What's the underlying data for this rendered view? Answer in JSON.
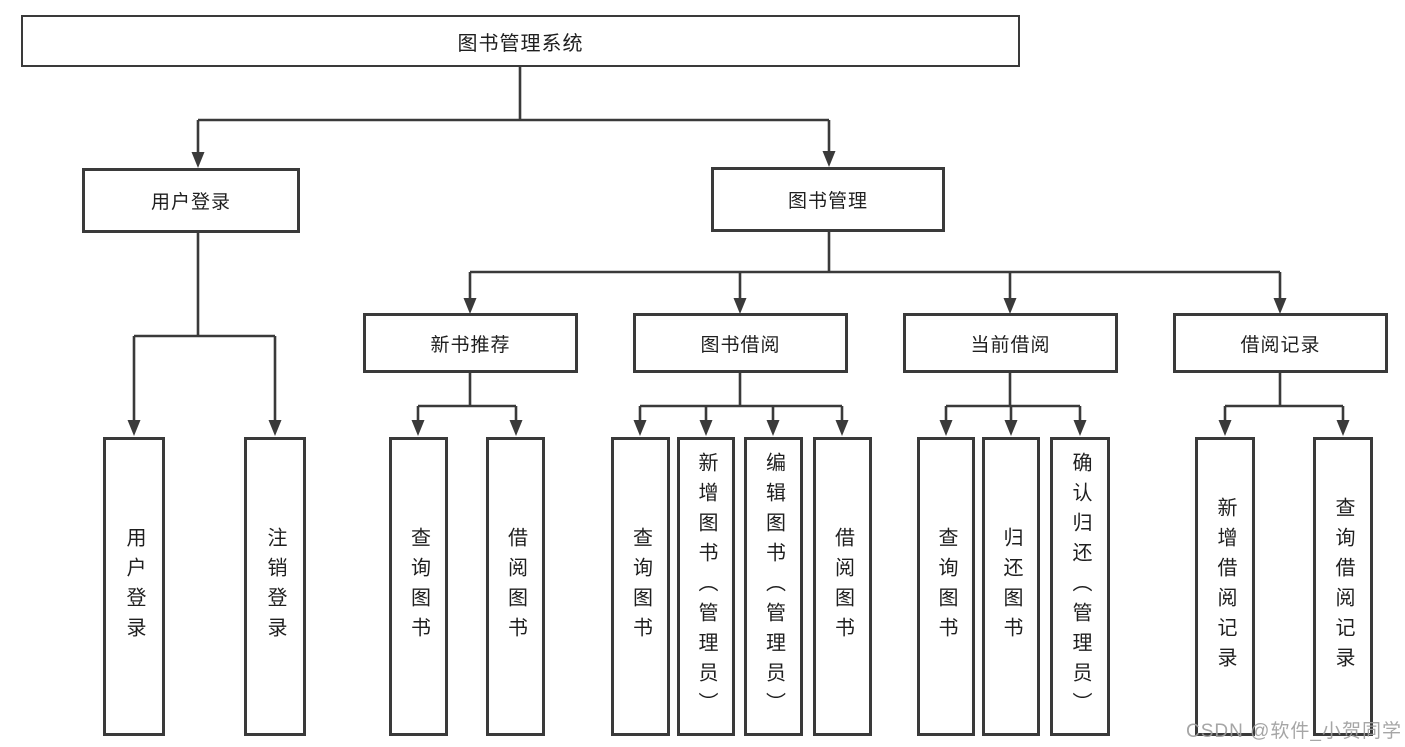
{
  "tree": {
    "root": {
      "label": "图书管理系统",
      "children": [
        {
          "label": "用户登录",
          "children": [
            {
              "label": "用户登录"
            },
            {
              "label": "注销登录"
            }
          ]
        },
        {
          "label": "图书管理",
          "children": [
            {
              "label": "新书推荐",
              "children": [
                {
                  "label": "查询图书"
                },
                {
                  "label": "借阅图书"
                }
              ]
            },
            {
              "label": "图书借阅",
              "children": [
                {
                  "label": "查询图书"
                },
                {
                  "label": "新增图书（管理员）"
                },
                {
                  "label": "编辑图书（管理员）"
                },
                {
                  "label": "借阅图书"
                }
              ]
            },
            {
              "label": "当前借阅",
              "children": [
                {
                  "label": "查询图书"
                },
                {
                  "label": "归还图书"
                },
                {
                  "label": "确认归还（管理员）"
                }
              ]
            },
            {
              "label": "借阅记录",
              "children": [
                {
                  "label": "新增借阅记录"
                },
                {
                  "label": "查询借阅记录"
                }
              ]
            }
          ]
        }
      ]
    }
  },
  "watermark": {
    "text": "CSDN @软件_小贺同学"
  },
  "colors": {
    "line": "#3a3a3a",
    "box_border": "#3a3a3a",
    "text": "#1f1f1f",
    "watermark": "#9e9e9e",
    "background": "#ffffff"
  }
}
